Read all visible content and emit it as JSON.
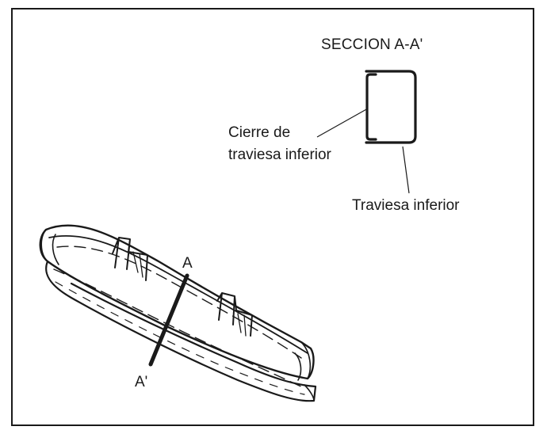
{
  "diagram": {
    "section_title": "SECCION A-A'",
    "label_closure_line1": "Cierre de",
    "label_closure_line2": "traviesa inferior",
    "label_lower_crossmember": "Traviesa inferior",
    "cut_mark_top": "A",
    "cut_mark_bottom": "A'",
    "colors": {
      "ink": "#1a1a1a",
      "paper": "#ffffff"
    }
  }
}
